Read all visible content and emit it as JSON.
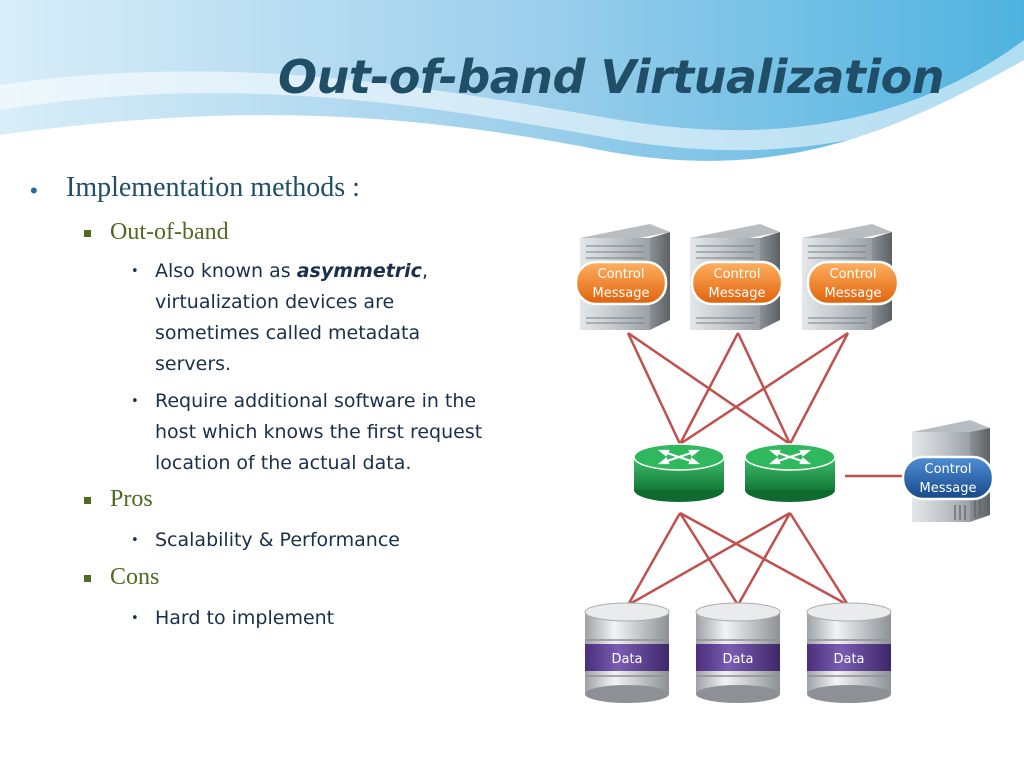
{
  "title": "Out-of-band Virtualization",
  "content": {
    "level1": "Implementation methods :",
    "outofband": {
      "heading": "Out-of-band",
      "point1_prefix": "Also known as ",
      "point1_emph": "asymmetric",
      "point1_comma": ",",
      "point1_lines": [
        "virtualization devices are",
        "sometimes called metadata",
        "servers."
      ],
      "point2_lines": [
        "Require additional software in the",
        "host which knows the first request",
        "location of the actual data."
      ]
    },
    "pros": {
      "heading": "Pros",
      "point": "Scalability & Performance"
    },
    "cons": {
      "heading": "Cons",
      "point": "Hard to implement"
    }
  },
  "diagram": {
    "server_label_line1": "Control",
    "server_label_line2": "Message",
    "data_label": "Data",
    "colors": {
      "orange_badge": "#f07a1a",
      "blue_badge": "#1f5fa8",
      "router_green": "#1e9a4a",
      "link_red": "#c0504d",
      "data_band": "#5b3f8f"
    }
  }
}
